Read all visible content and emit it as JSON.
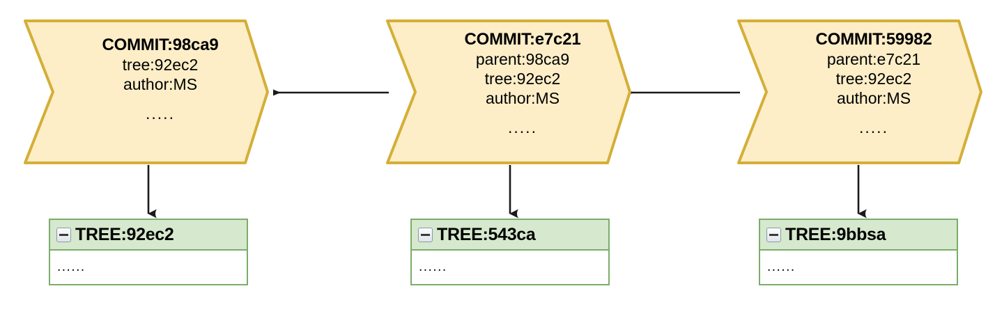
{
  "diagram": {
    "title": "Git commit and tree object graph",
    "background_color": "#ffffff",
    "commit_fill": "#fdeec8",
    "commit_stroke": "#d4af37",
    "tree_header_fill": "#d6e8cd",
    "tree_stroke": "#7aad6a",
    "arrow_color": "#1a1a1a"
  },
  "commits": [
    {
      "title": "COMMIT:98ca9",
      "parent": null,
      "tree": "tree:92ec2",
      "author": "author:MS",
      "dots": "....."
    },
    {
      "title": "COMMIT:e7c21",
      "parent": "parent:98ca9",
      "tree": "tree:92ec2",
      "author": "author:MS",
      "dots": "....."
    },
    {
      "title": "COMMIT:59982",
      "parent": "parent:e7c21",
      "tree": "tree:92ec2",
      "author": "author:MS",
      "dots": "....."
    }
  ],
  "trees": [
    {
      "title": "TREE:92ec2",
      "dots": "......",
      "icon": "collapse-minus-icon"
    },
    {
      "title": "TREE:543ca",
      "dots": "......",
      "icon": "collapse-minus-icon"
    },
    {
      "title": "TREE:9bbsa",
      "dots": "......",
      "icon": "collapse-minus-icon"
    }
  ],
  "edges": [
    {
      "from": "COMMIT:e7c21",
      "to": "COMMIT:98ca9",
      "direction": "left"
    },
    {
      "from": "COMMIT:59982",
      "to": "COMMIT:e7c21",
      "direction": "left"
    },
    {
      "from": "COMMIT:98ca9",
      "to": "TREE:92ec2",
      "direction": "down"
    },
    {
      "from": "COMMIT:e7c21",
      "to": "TREE:543ca",
      "direction": "down"
    },
    {
      "from": "COMMIT:59982",
      "to": "TREE:9bbsa",
      "direction": "down"
    }
  ]
}
